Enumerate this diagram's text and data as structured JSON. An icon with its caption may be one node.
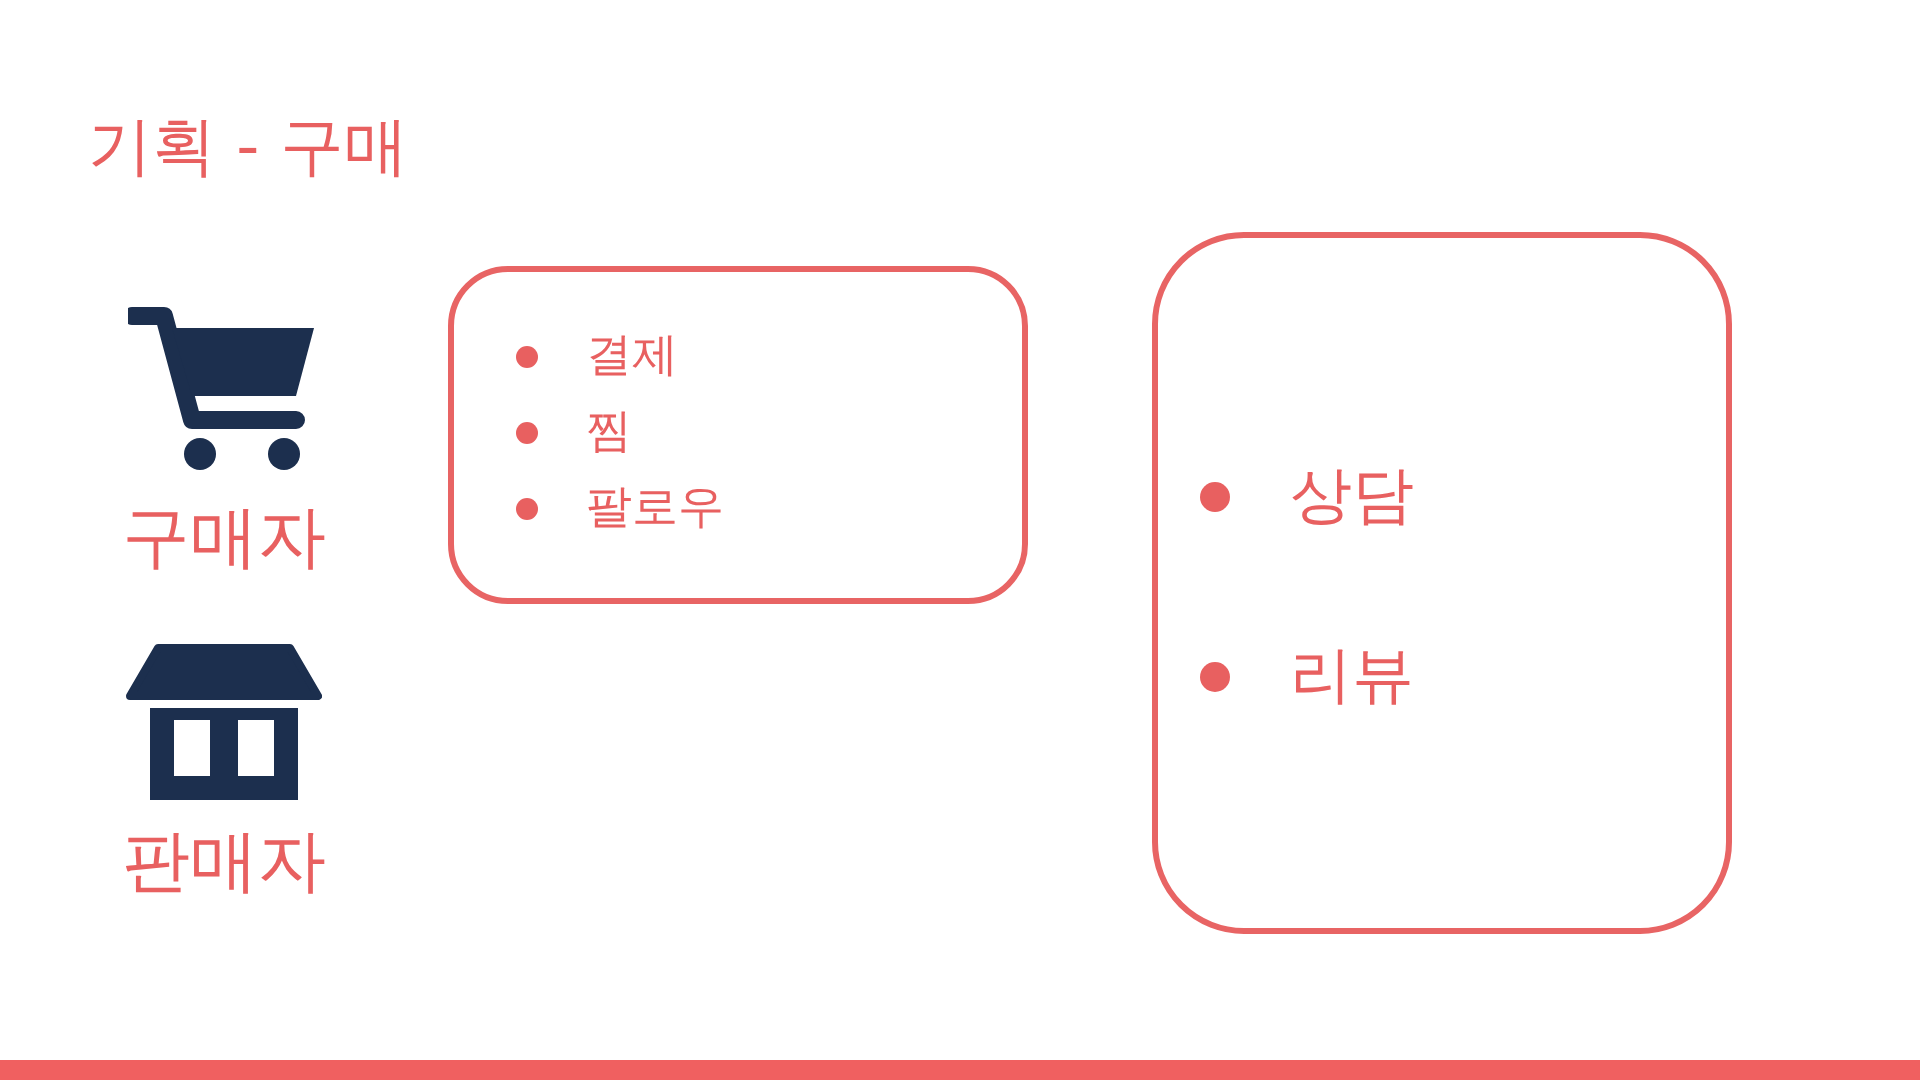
{
  "diagram": {
    "title": "기획 - 구매",
    "nodes": [
      {
        "text": [
          "결제",
          "찜",
          "팔로우"
        ]
      },
      {
        "text": [
          "상담",
          "리뷰"
        ]
      }
    ],
    "labels": [
      "구매자",
      "판매자"
    ]
  }
}
